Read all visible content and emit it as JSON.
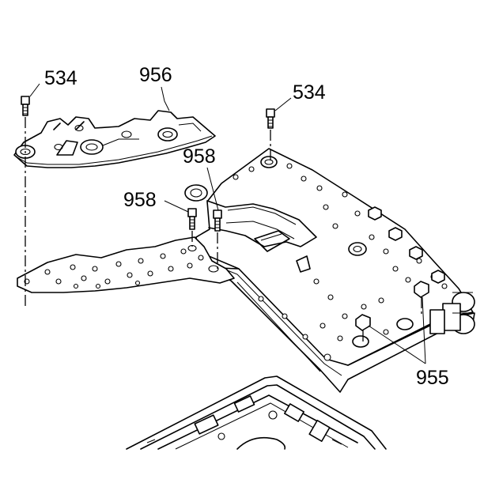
{
  "callouts": {
    "bolt_left": "534",
    "cover": "956",
    "bolt_right": "534",
    "bolt_958_upper": "958",
    "bolt_958_left": "958",
    "bolts_955": "955"
  },
  "colors": {
    "line": "#000000",
    "background": "#ffffff"
  }
}
